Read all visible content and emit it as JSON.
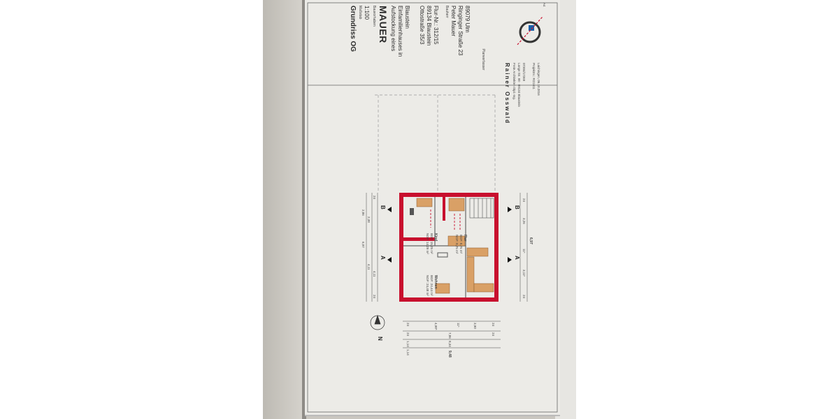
{
  "titleblock": {
    "title": "Grundriss OG",
    "scale_label": "Maßstab",
    "scale": "1:100",
    "project_label": "Bauvorhaben",
    "project_name": "MAUER",
    "project_desc_1": "Aufstockung eines",
    "project_desc_2": "Einfamilienhauses in",
    "project_desc_3": "Blaustein",
    "address_1": "Ottostraße 35/3",
    "address_2": "89134 Blaustein",
    "address_3": "Flur-Nr.: 312/15",
    "owner_label": "Bauherr",
    "owner_name": "Peter Mauer",
    "owner_street": "Ringinger Straße 23",
    "owner_city": "89079 Ulm",
    "author_label": "Planverfasser",
    "firm_name": "Rainer Osswald",
    "firm_sub": "Freie Architekten Dipl.-Ing.",
    "firm_addr": "Lange Str. 98 · 89134 Blaustein",
    "firm_phone": "07304/17369",
    "project_no": "Projektnr.: RO1611",
    "date": "Laichingen, 06.10.2016",
    "format": "A4"
  },
  "rooms": [
    {
      "name": "Kind",
      "bgf": "BGF: 15,25 m²",
      "ngf": "NGF: 14,29 m²"
    },
    {
      "name": "Flur",
      "bgf": "BGF: 8,75 m²",
      "ngf": "NGF: 8,75 m²"
    },
    {
      "name": "Wohnen",
      "bgf": "BGF: 24,44 m²",
      "ngf": "NGF: 24,48 m²"
    }
  ],
  "dimensions": {
    "left": [
      "2,86",
      "2,38",
      "6,97",
      "4,11",
      "4,11",
      "24",
      "24"
    ],
    "right": [
      "24",
      "3,26",
      "11⁵",
      "3,11⁵",
      "24",
      "6,97"
    ],
    "bottom": [
      "24",
      "4,98⁵",
      "11⁵",
      "3,90",
      "24",
      "24",
      "7,86",
      "24",
      "1,14",
      "8,34",
      "1,14",
      "9,48"
    ]
  },
  "section_marks": {
    "a": "A",
    "b": "B"
  },
  "north": "N",
  "colors": {
    "wall": "#c8102e",
    "furniture": "#d9a066",
    "paper": "#ecebe7"
  }
}
